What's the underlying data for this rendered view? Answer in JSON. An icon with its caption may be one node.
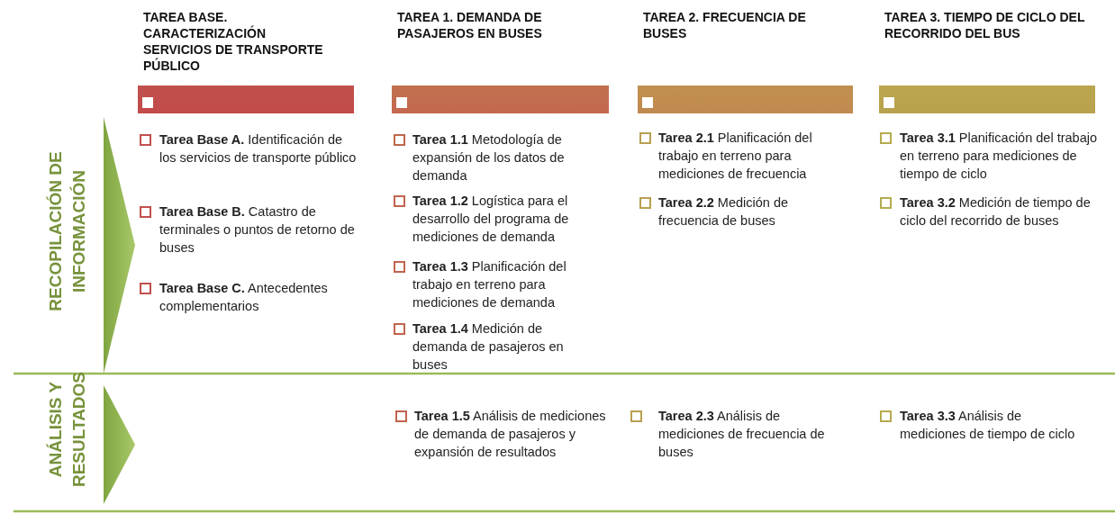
{
  "diagram": {
    "nodes": [
      {
        "text": [
          "TAREA BASE. CARACTERIZACIÓN SERVICIOS DE TRANSPORTE PÚBLICO"
        ]
      },
      {
        "text": [
          "TAREA 1. DEMANDA DE PASAJEROS EN BUSES"
        ]
      },
      {
        "text": [
          "TAREA 2. FRECUENCIA DE BUSES"
        ]
      },
      {
        "text": [
          "TAREA 3. TIEMPO DE CICLO DEL RECORRIDO DEL BUS"
        ]
      },
      {
        "text": [
          "RECOPILACIÓN DE INFORMACIÓN"
        ]
      },
      {
        "text": [
          "ANÁLISIS Y RESULTADOS"
        ]
      }
    ],
    "labels": [
      "**Tarea Base A.** Identificación de los servicios de transporte público",
      "**Tarea Base B.** Catastro de terminales o puntos de retorno de buses",
      "**Tarea Base C.** Antecedentes complementarios",
      "**Tarea 1.1** Metodología de expansión de los datos de demanda",
      "**Tarea 1.2** Logística para el desarrollo del programa de mediciones de demanda",
      "**Tarea 1.3** Planificación del trabajo en terreno para mediciones de demanda",
      "**Tarea 1.4** Medición de demanda de pasajeros en buses",
      "**Tarea 2.1** Planificación del trabajo en terreno para mediciones de frecuencia",
      "**Tarea 2.2** Medición de frecuencia de buses",
      "**Tarea 3.1** Planificación del trabajo en terreno para mediciones de tiempo de ciclo",
      "**Tarea 3.2** Medición de tiempo de ciclo del recorrido de buses",
      "**Tarea 1.5** Análisis de mediciones de demanda de pasajeros y expansión de resultados",
      "**Tarea 2.3** Análisis de mediciones de frecuencia de buses",
      "**Tarea 3.3** Análisis de mediciones de tiempo de ciclo"
    ]
  }
}
